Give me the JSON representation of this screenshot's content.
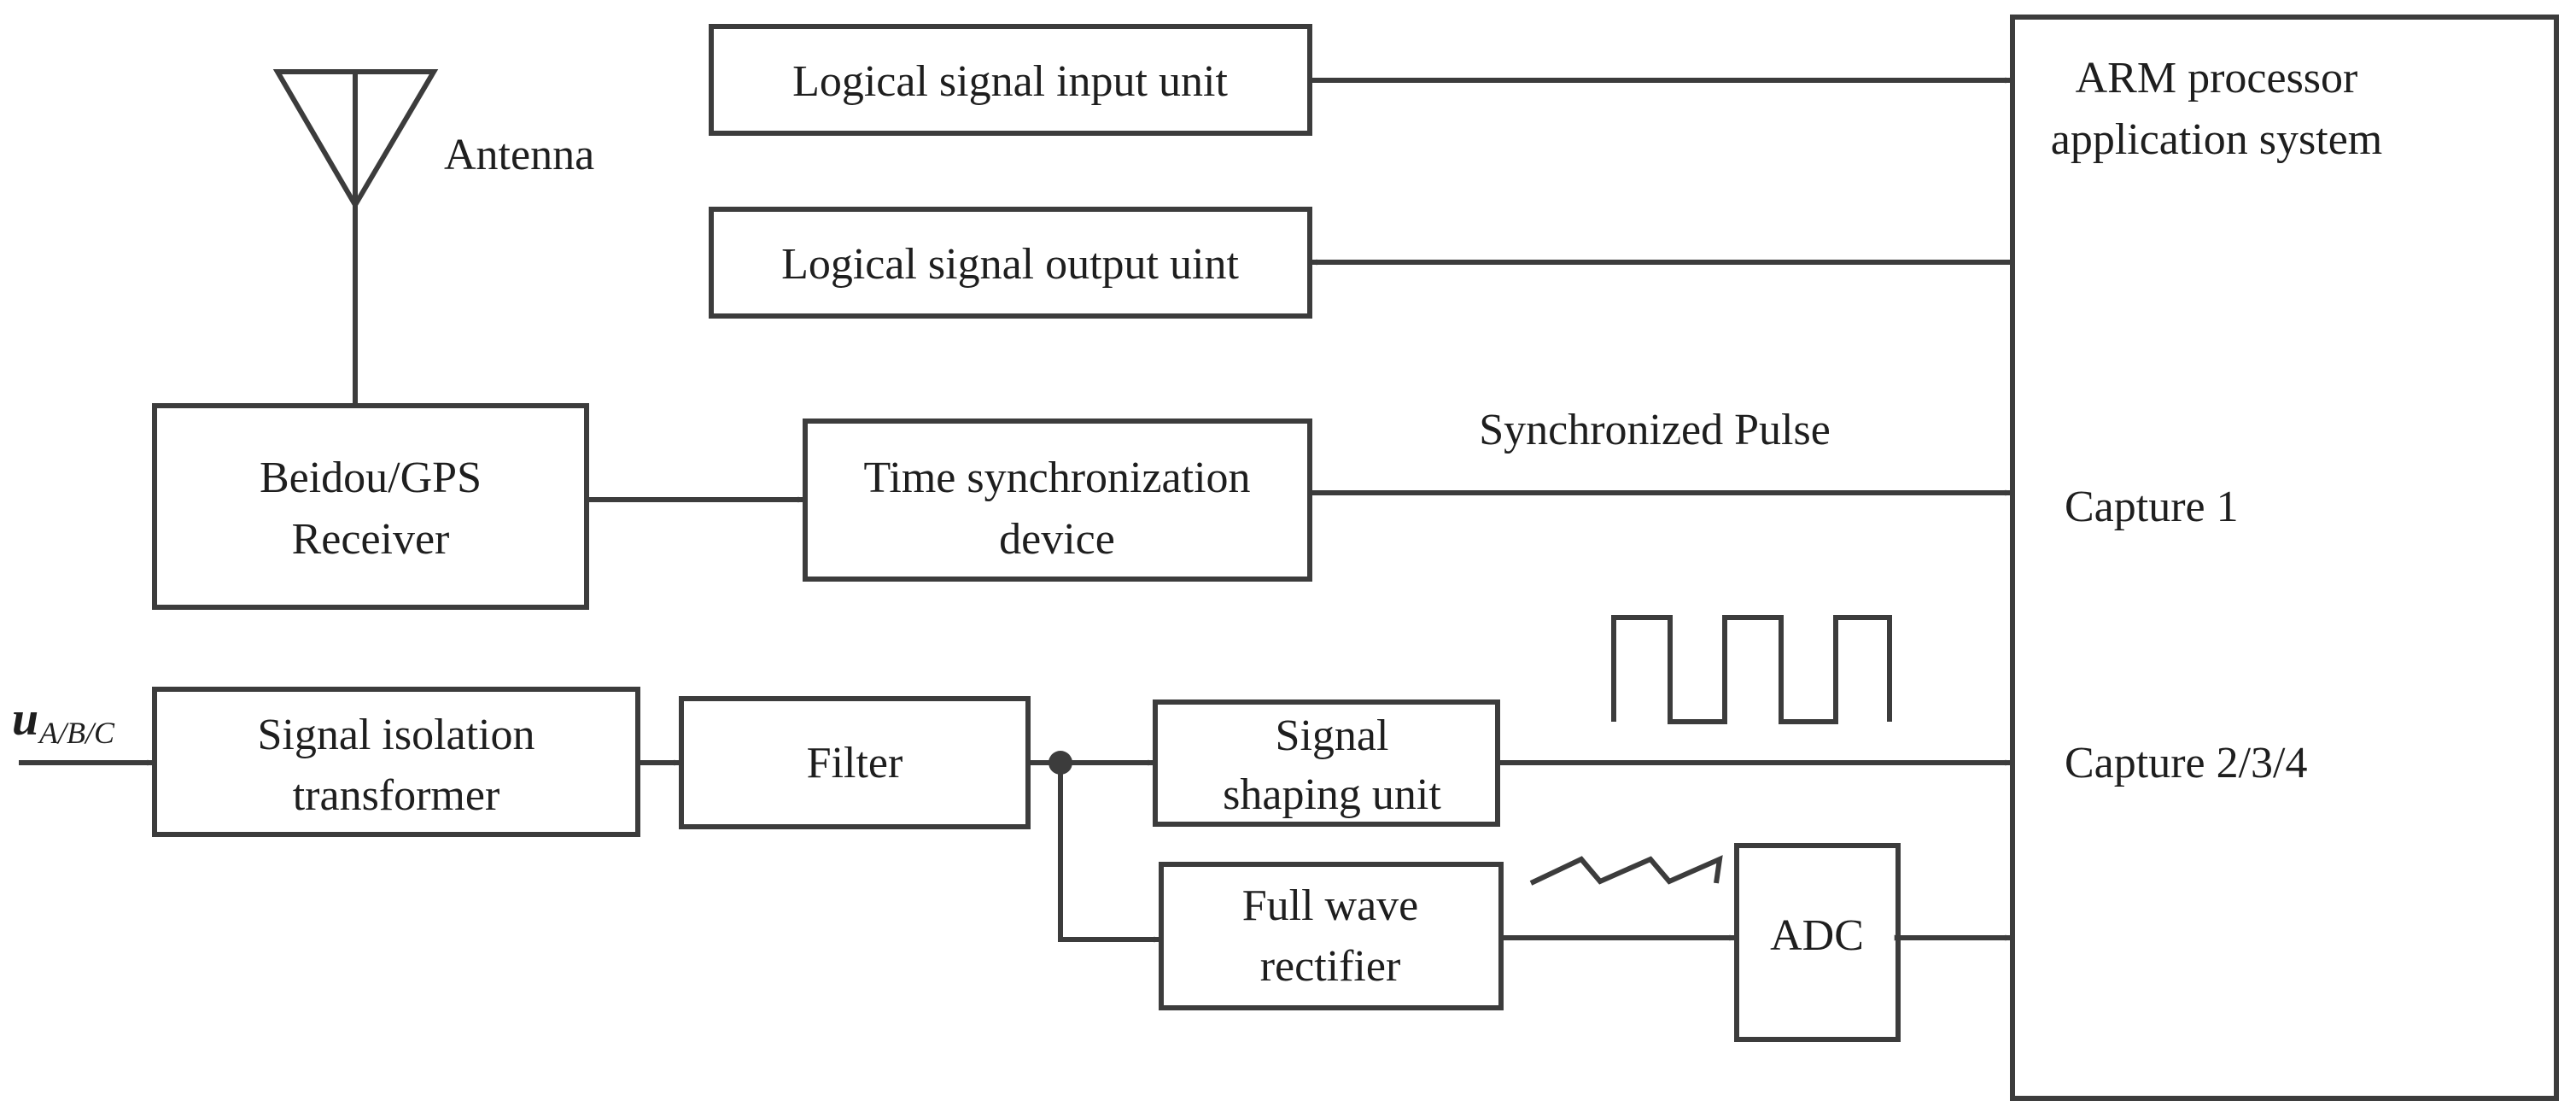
{
  "blocks": {
    "logical_input": "Logical signal input unit",
    "logical_output": "Logical signal output uint",
    "arm_line1": "ARM processor",
    "arm_line2": "application  system",
    "capture1": "Capture 1",
    "capture234": "Capture 2/3/4",
    "receiver_line1": "Beidou/GPS",
    "receiver_line2": "Receiver",
    "timesync_line1": "Time synchronization",
    "timesync_line2": "device",
    "isolation_line1": "Signal isolation",
    "isolation_line2": "transformer",
    "filter": "Filter",
    "shaping_line1": "Signal",
    "shaping_line2": "shaping unit",
    "rectifier_line1": "Full wave",
    "rectifier_line2": "rectifier",
    "adc": "ADC"
  },
  "labels": {
    "antenna": "Antenna",
    "sync_pulse": "Synchronized Pulse",
    "input_var": "u",
    "input_sub": "A/B/C"
  },
  "colors": {
    "stroke": "#3c3c3c",
    "text": "#1e1e1e",
    "background": "#ffffff"
  }
}
